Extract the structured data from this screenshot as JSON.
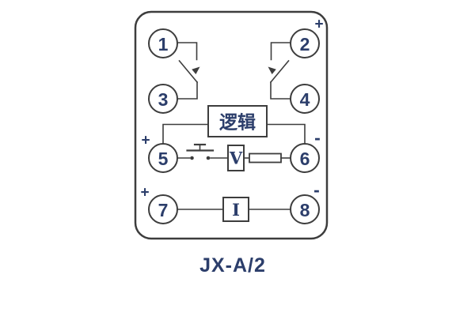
{
  "diagram": {
    "caption": "JX-A/2",
    "terminals": [
      "1",
      "2",
      "3",
      "4",
      "5",
      "6",
      "7",
      "8"
    ],
    "boxes": {
      "logic_label": "逻辑",
      "voltage_label": "V",
      "current_label": "I"
    },
    "marks": {
      "terminal2_plus": "+",
      "terminal5_plus": "+",
      "terminal6_minus": "-",
      "terminal7_plus": "+",
      "terminal8_minus": "-"
    },
    "colors": {
      "line": "#3d3d3d",
      "text": "#2c3e6b",
      "background": "#ffffff"
    }
  }
}
